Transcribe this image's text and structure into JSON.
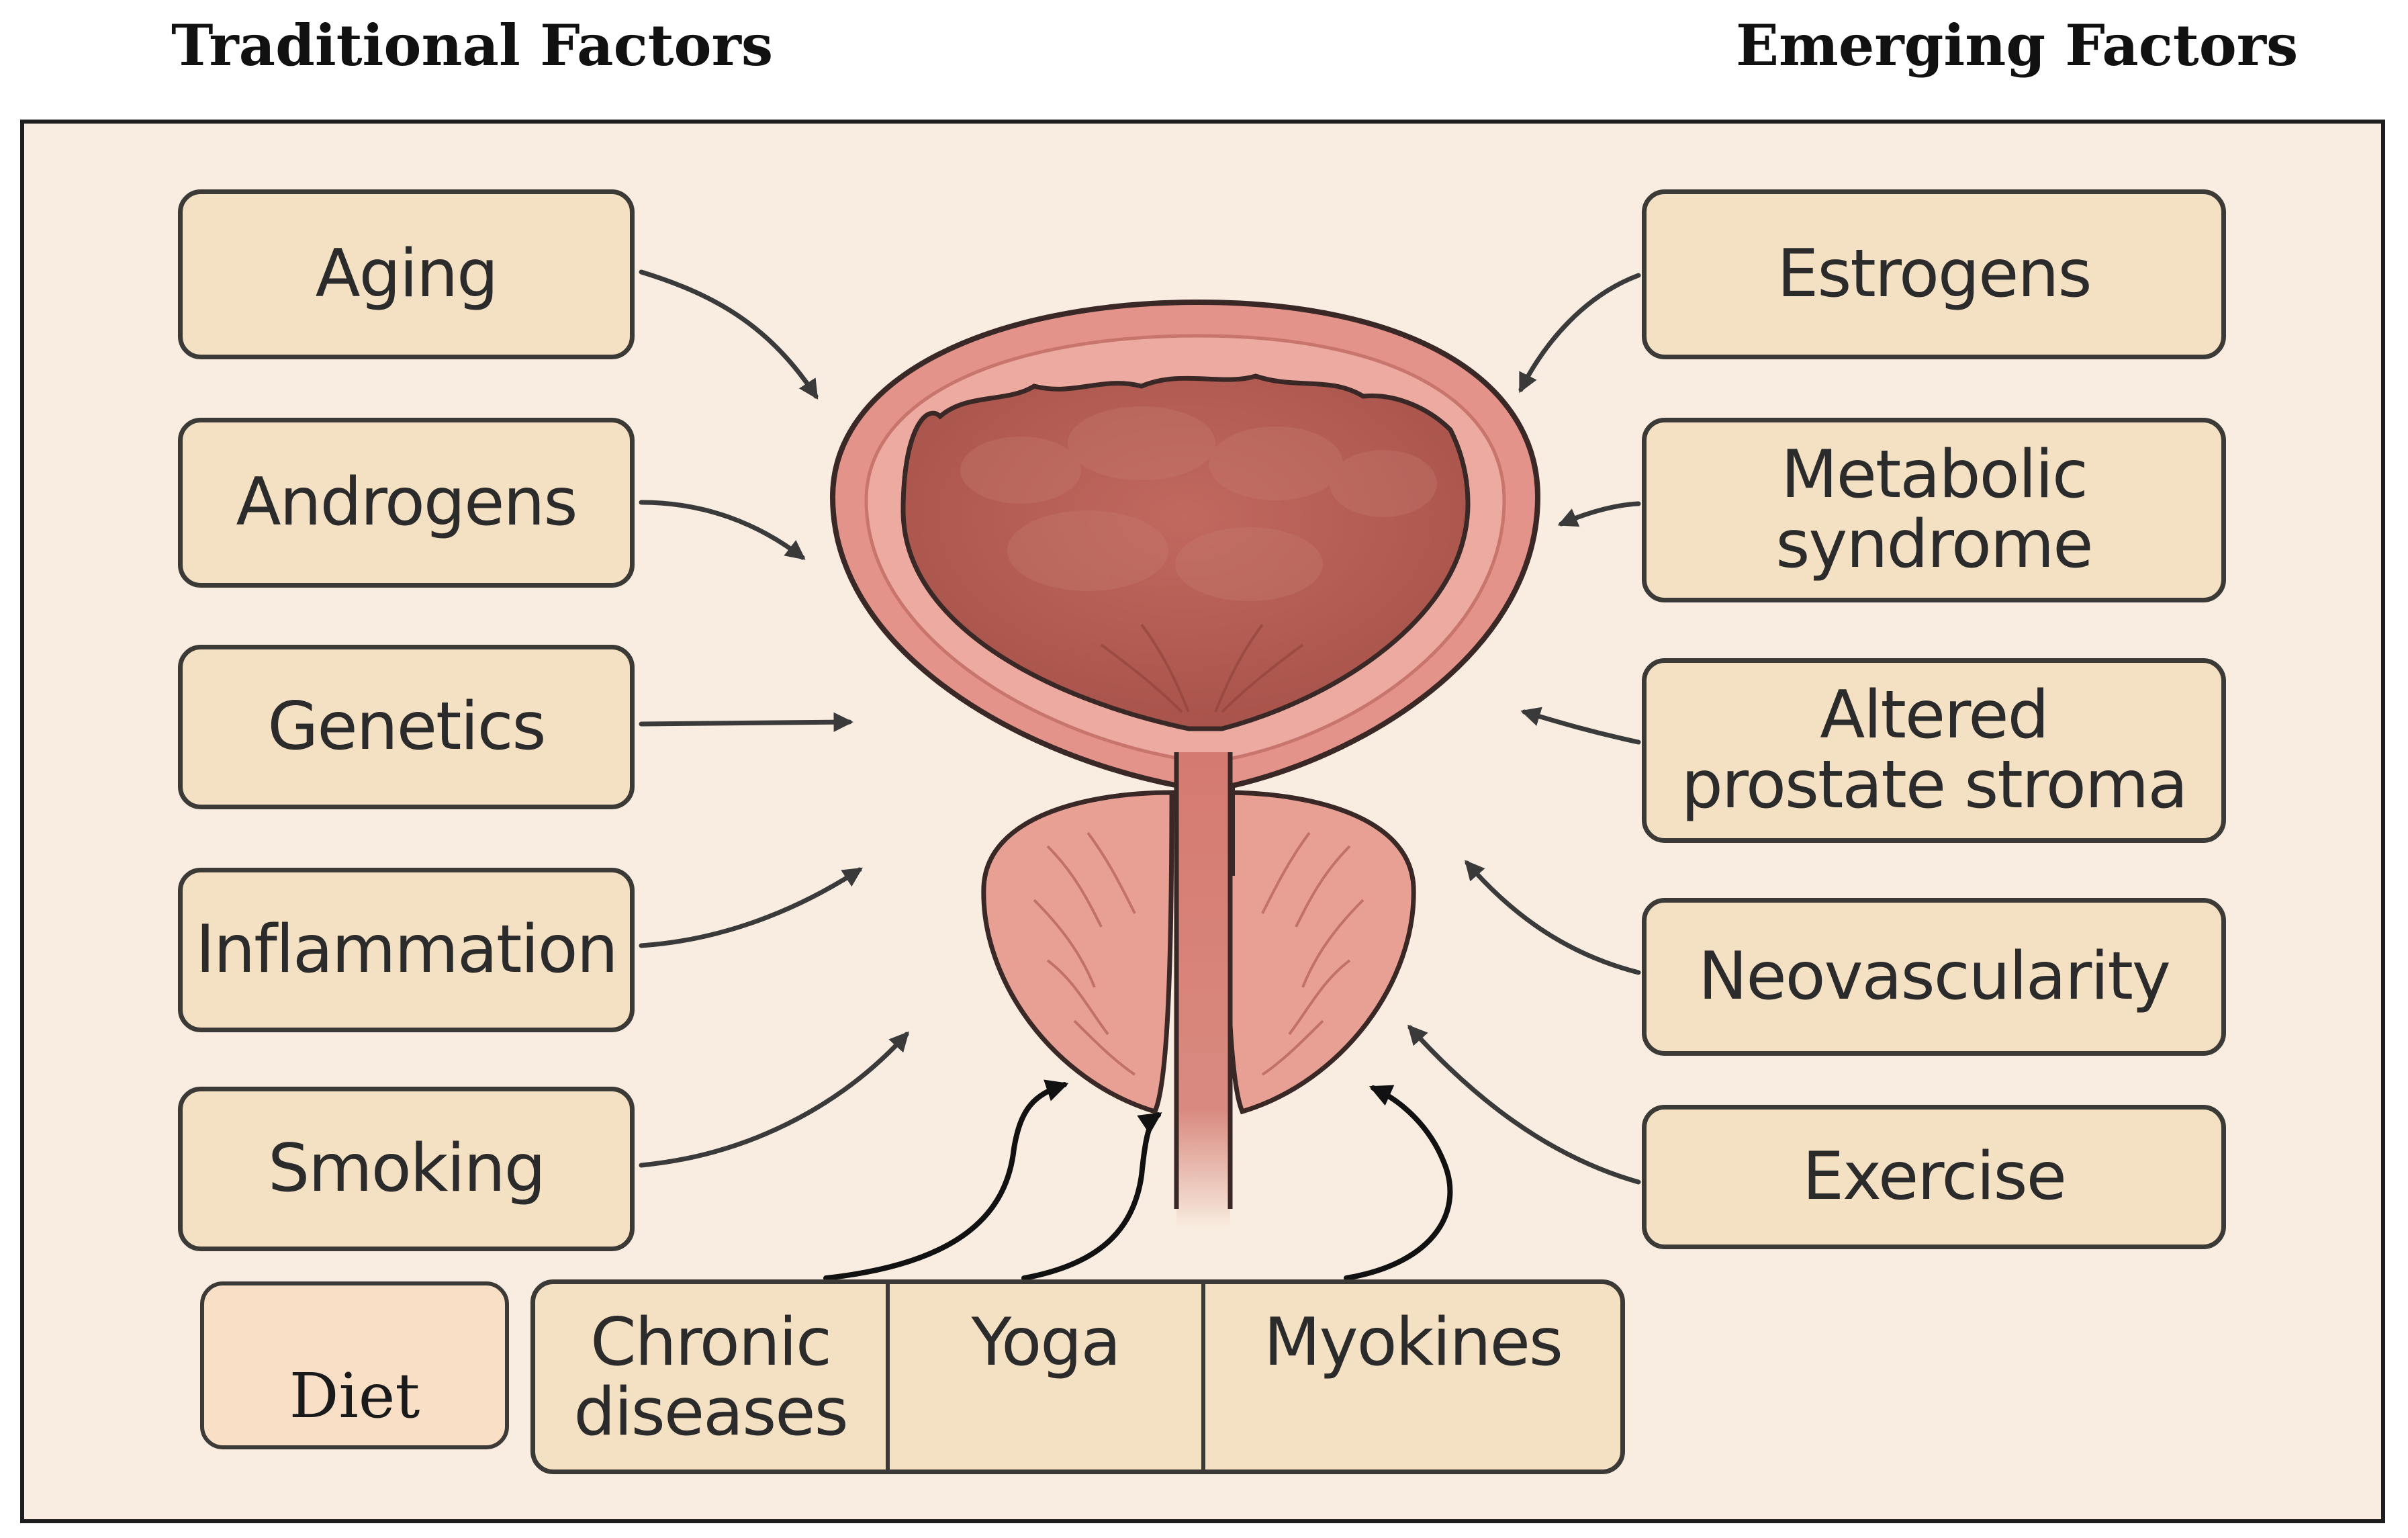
{
  "headers": {
    "traditional": "Traditional Factors",
    "emerging": "Emerging Factors"
  },
  "traditional_factors": [
    "Aging",
    "Androgens",
    "Genetics",
    "Inflammation",
    "Smoking"
  ],
  "emerging_factors": {
    "estrogens": "Estrogens",
    "metabolic": [
      "Metabolic",
      "syndrome"
    ],
    "stroma": [
      "Altered",
      "prostate stroma"
    ],
    "neovascularity": "Neovascularity",
    "exercise": "Exercise"
  },
  "bottom": {
    "diet": "Diet",
    "chronic": [
      "Chronic",
      "diseases"
    ],
    "yoga": "Yoga",
    "myokines": "Myokines"
  },
  "colors": {
    "panel_bg": "#f8ede0",
    "box_fill": "#f4e0c3",
    "box_border": "#3c3a36",
    "arrow": "#3a3a3a",
    "organ_outer": "#e3938a",
    "organ_inner": "#b9625a",
    "prostate": "#e8a095"
  }
}
